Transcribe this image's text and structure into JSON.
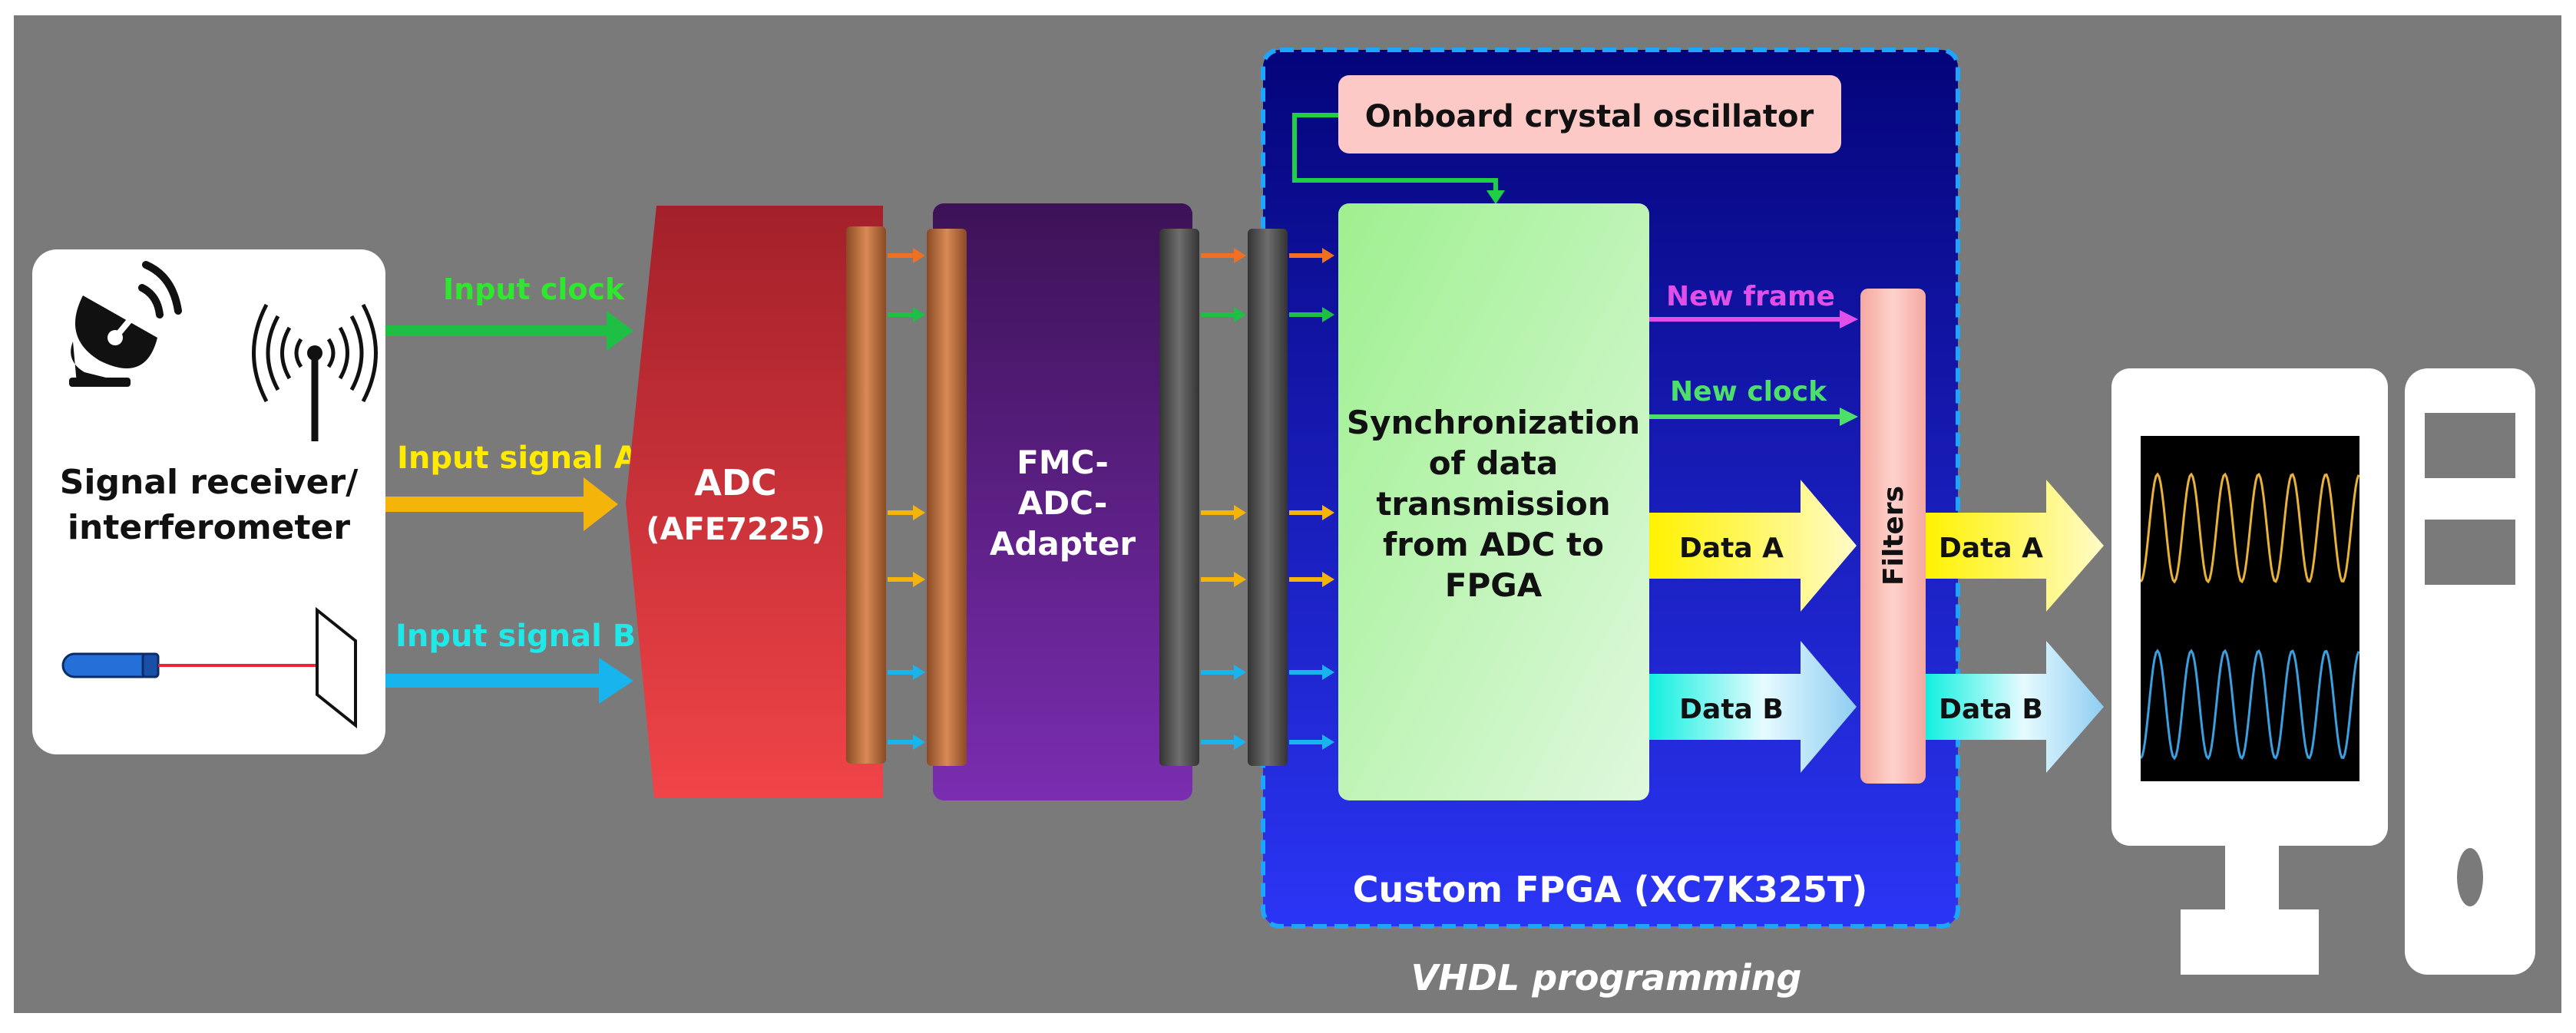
{
  "receiver": {
    "line1": "Signal receiver/",
    "line2": "interferometer"
  },
  "signals": {
    "clock": "Input clock",
    "a": "Input signal A",
    "b": "Input signal B"
  },
  "adc": {
    "name": "ADC",
    "part": "(AFE7225)"
  },
  "adapter": {
    "line1": "FMC-",
    "line2": "ADC-",
    "line3": "Adapter"
  },
  "fpga": {
    "title": "Custom FPGA (XC7K325T)",
    "oscillator": "Onboard crystal oscillator",
    "sync_lines": [
      "Synchronization",
      "of data",
      "transmission",
      "from ADC to",
      "FPGA"
    ],
    "new_frame": "New frame",
    "new_clock": "New clock",
    "data_a": "Data A",
    "data_b": "Data B",
    "filters": "Filters"
  },
  "output": {
    "data_a": "Data A",
    "data_b": "Data B"
  },
  "caption": "VHDL programming",
  "colors": {
    "background": "#7a7a7a",
    "clock": "#1fbf45",
    "signal_a": "#f5b40a",
    "signal_b": "#18b4ee",
    "orange": "#f07020",
    "clock_text": "#2ee82e",
    "signal_a_text": "#ffea00",
    "signal_b_text": "#20e8e8",
    "new_frame": "#e050e8",
    "new_clock": "#4ce06a"
  }
}
